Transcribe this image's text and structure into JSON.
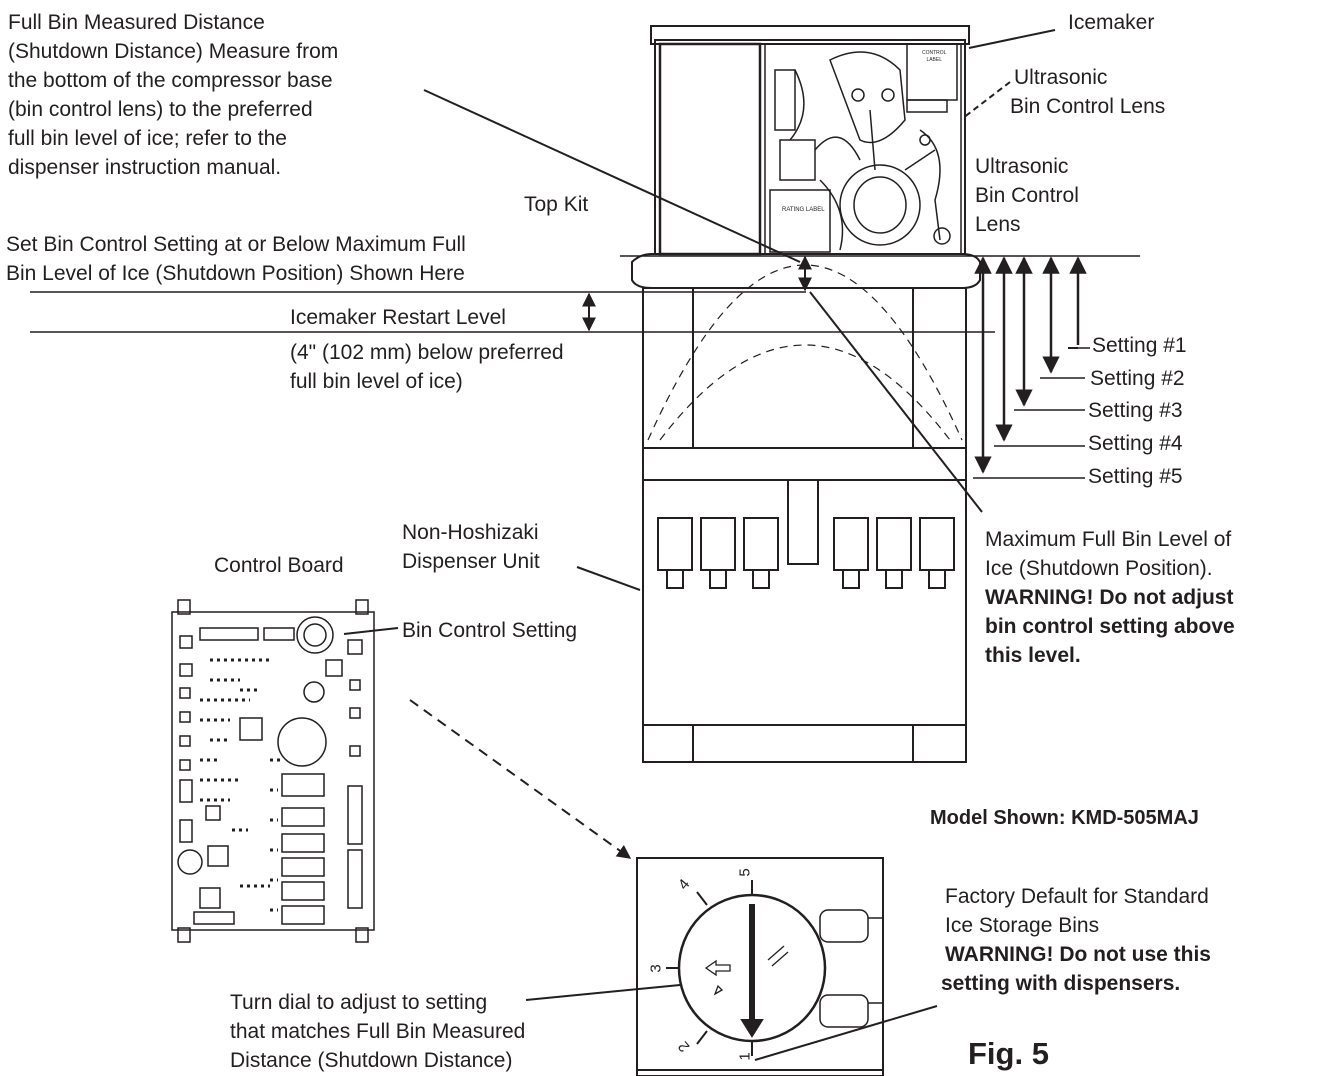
{
  "labels": {
    "full_bin_measured": [
      "Full Bin Measured Distance",
      "(Shutdown Distance) Measure from",
      "the bottom of the compressor base",
      "(bin control lens) to the preferred",
      "full bin level of ice; refer to the",
      "dispenser instruction manual."
    ],
    "icemaker": "Icemaker",
    "ultrasonic_lens_top": [
      "Ultrasonic",
      "Bin Control Lens"
    ],
    "ultrasonic_lens_mid": [
      "Ultrasonic",
      "Bin Control",
      "Lens"
    ],
    "top_kit": "Top Kit",
    "set_bin_control": [
      "Set Bin Control Setting at or Below Maximum Full",
      "Bin Level of Ice (Shutdown Position) Shown Here"
    ],
    "restart_level": "Icemaker Restart Level",
    "restart_note": [
      "(4\" (102 mm) below preferred",
      "full bin level of ice)"
    ],
    "settings": [
      "Setting #1",
      "Setting #2",
      "Setting #3",
      "Setting #4",
      "Setting #5"
    ],
    "non_hoshizaki": [
      "Non-Hoshizaki",
      "Dispenser Unit"
    ],
    "control_board": "Control Board",
    "bin_control_setting": "Bin Control Setting",
    "max_full_bin": [
      "Maximum Full Bin Level of",
      "Ice (Shutdown Position)."
    ],
    "max_full_bin_warning": [
      "WARNING! Do not adjust",
      "bin control setting above",
      "this level."
    ],
    "model_shown": "Model Shown: KMD-505MAJ",
    "factory_default": [
      "Factory Default for Standard",
      "Ice Storage Bins"
    ],
    "factory_warning": [
      "WARNING! Do not use this",
      "setting with dispensers."
    ],
    "turn_dial": [
      "Turn dial to adjust to setting",
      "that matches Full Bin Measured",
      "Distance (Shutdown Distance)"
    ],
    "fig": "Fig. 5",
    "rating_label": "RATING LABEL",
    "control_label": [
      "CONTROL",
      "LABEL"
    ],
    "dial_numbers": [
      "1",
      "2",
      "3",
      "4",
      "5"
    ]
  }
}
